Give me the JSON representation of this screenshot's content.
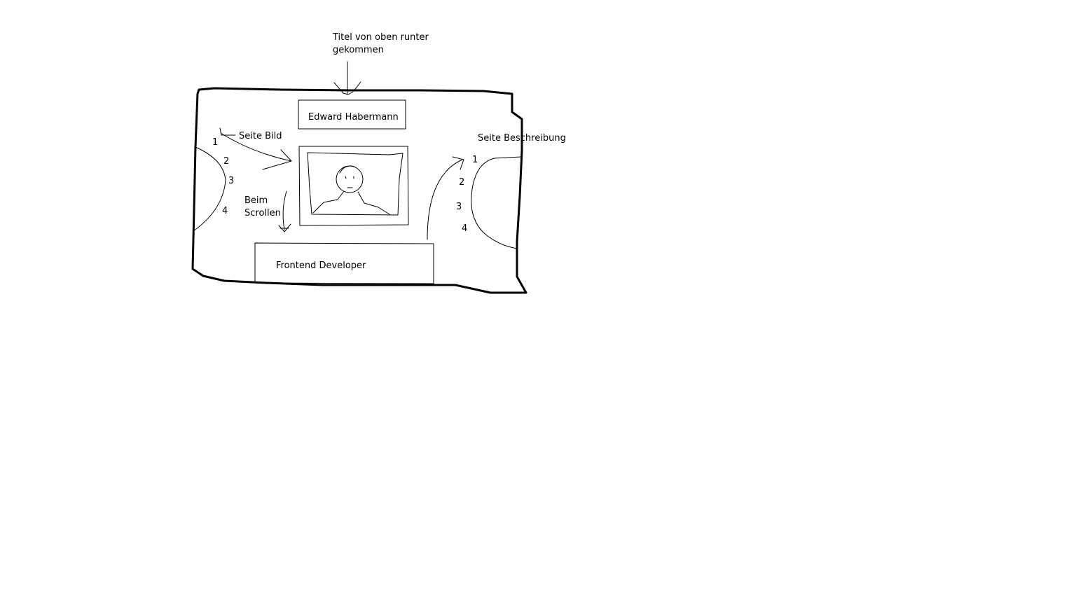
{
  "annotations": {
    "title_note_line1": "Titel von oben runter",
    "title_note_line2": "gekommen",
    "left_side_label": "Seite Bild",
    "scroll_note_line1": "Beim",
    "scroll_note_line2": "Scrollen",
    "right_side_label": "Seite Beschreibung"
  },
  "page": {
    "name_label": "Edward Habermann",
    "job_label": "Frontend Developer"
  },
  "sequence_marks": {
    "left": [
      "1",
      "2",
      "3",
      "4"
    ],
    "right": [
      "1",
      "2",
      "3",
      "4"
    ]
  }
}
